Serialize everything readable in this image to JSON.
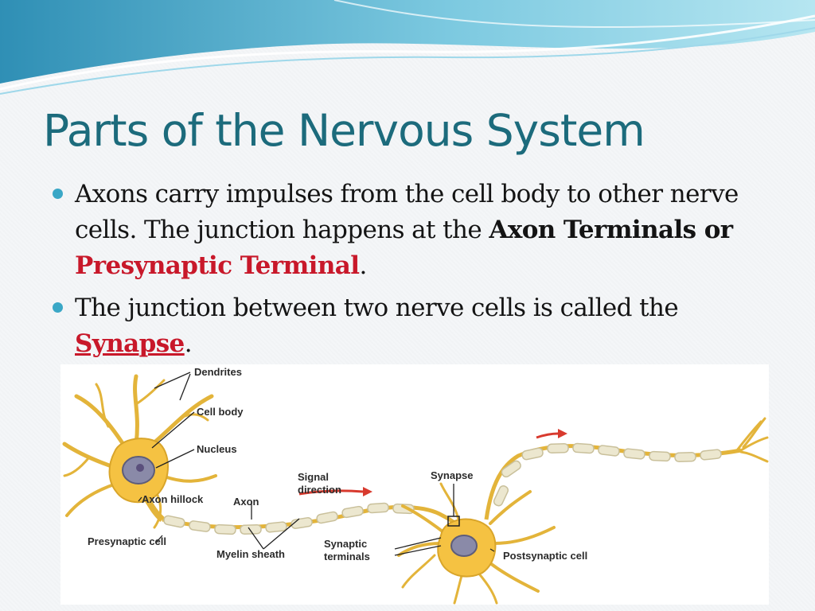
{
  "slide": {
    "title": "Parts of the Nervous System",
    "bullets": [
      {
        "text1": "Axons carry impulses from the cell body to other nerve cells. The junction happens at the ",
        "bold": "Axon Terminals or",
        "red": "Presynaptic Terminal",
        "end": "."
      },
      {
        "text1": "The junction between two nerve cells is called the ",
        "red": "Synapse",
        "end": "."
      }
    ]
  },
  "figure": {
    "labels": {
      "dendrites": "Dendrites",
      "cell_body": "Cell body",
      "nucleus": "Nucleus",
      "axon_hillock": "Axon hillock",
      "axon": "Axon",
      "presynaptic_cell": "Presynaptic cell",
      "myelin_sheath": "Myelin sheath",
      "signal_direction_1": "Signal",
      "signal_direction_2": "direction",
      "synapse": "Synapse",
      "synaptic_terminals_1": "Synaptic",
      "synaptic_terminals_2": "terminals",
      "postsynaptic_cell": "Postsynaptic cell"
    }
  },
  "colors": {
    "title": "#1c6b7c",
    "bullet_dot": "#3aa7c6",
    "emphasis_red": "#c8182a",
    "cell_body": "#f5c242",
    "nucleus": "#8a8aa8",
    "myelin": "#ece7cf"
  }
}
